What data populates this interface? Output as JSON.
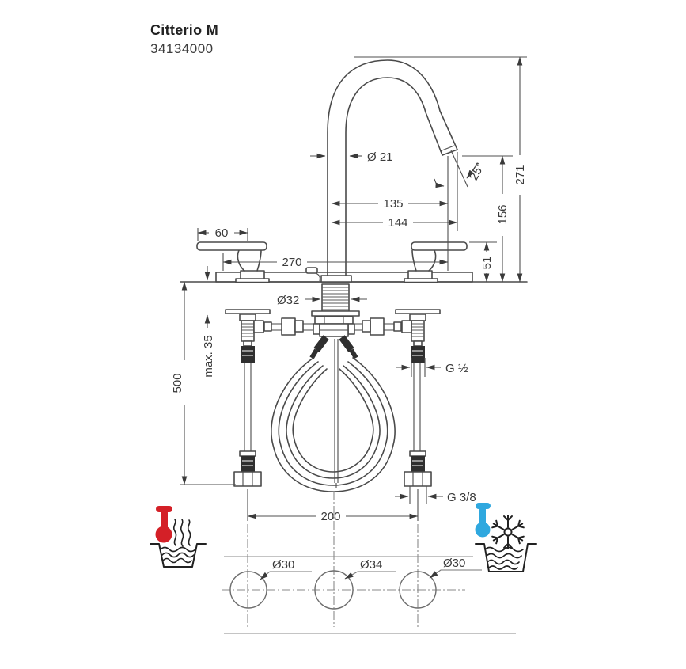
{
  "product": {
    "series": "Citterio M",
    "sku": "34134000"
  },
  "drawing": {
    "dims": {
      "spout_diameter": "Ø 21",
      "spout_angle": "25°",
      "spout_reach": "135",
      "spout_reach_outer": "144",
      "height_total": "271",
      "height_outlet": "156",
      "height_handle": "51",
      "handle_length": "60",
      "fitting_width": "270",
      "shank_diameter": "Ø32",
      "counter_thickness": "max. 35",
      "below_deck_length": "500",
      "riser_thread": "G ½",
      "supply_thread": "G 3/8",
      "hole_spacing": "200",
      "hole_left": "Ø30",
      "hole_center": "Ø34",
      "hole_right": "Ø30"
    },
    "icons": {
      "hot": "hot-water",
      "cold": "cold-water"
    },
    "colors": {
      "line": "#4a4a4a",
      "hot_red": "#d42027",
      "cold_blue": "#2fa8df"
    }
  }
}
